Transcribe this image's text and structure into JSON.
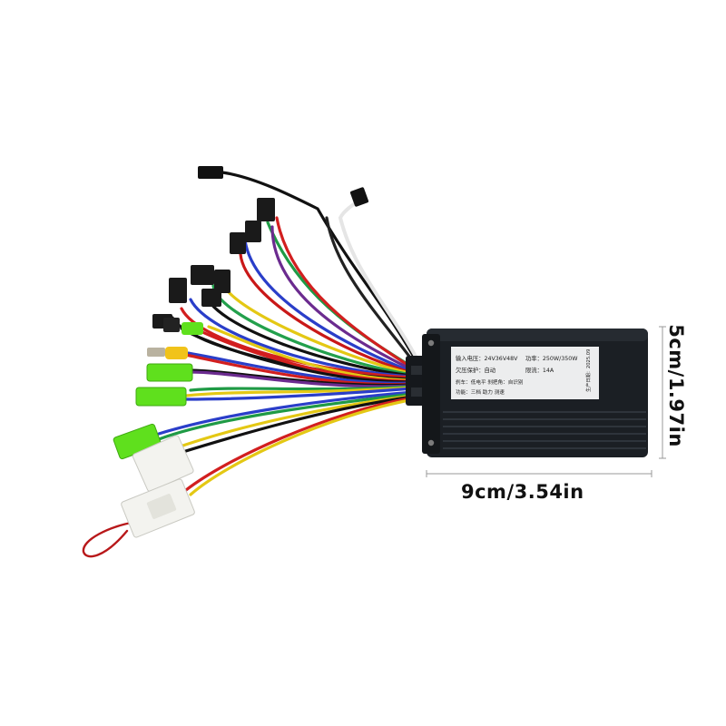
{
  "product": {
    "label_lines": [
      {
        "left": "输入电压：24V36V48V",
        "right": "功率：250W/350W"
      },
      {
        "left": "欠压保护：自动",
        "right": "限流：14A"
      },
      {
        "left": "刹车：低电平   刹把角：自识别",
        "right": ""
      },
      {
        "left": "功能：三档  助力  测速",
        "right": ""
      }
    ],
    "date_text": "生产日期：2025.09"
  },
  "dimensions": {
    "width": "9cm/3.54in",
    "height": "5cm/1.97in"
  },
  "colors": {
    "housing": "#1b1f24",
    "label": "#ecedee",
    "wire_red": "#d21f1f",
    "wire_yellow": "#e4c814",
    "wire_green": "#1f9a45",
    "wire_blue": "#2a3ec9",
    "wire_purple": "#6b2b8f",
    "wire_white": "#e8e8e8",
    "wire_black": "#111111",
    "connector_green": "#5fe01d",
    "connector_white": "#f3f3ef"
  }
}
